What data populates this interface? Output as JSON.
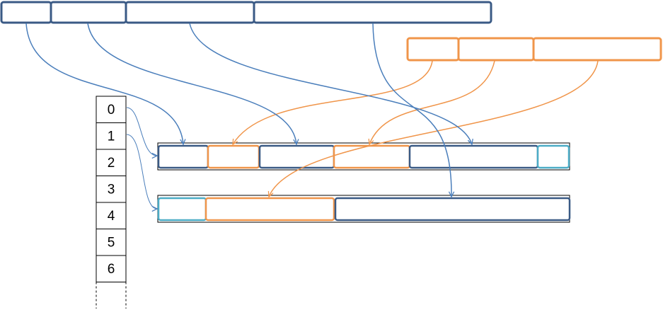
{
  "colors": {
    "blue": "#3a5a85",
    "blue_arrow": "#4a7ebb",
    "orange": "#f0954a",
    "teal": "#4bacc6",
    "black": "#000000"
  },
  "index_table": {
    "labels": [
      "0",
      "1",
      "2",
      "3",
      "4",
      "5",
      "6"
    ]
  }
}
